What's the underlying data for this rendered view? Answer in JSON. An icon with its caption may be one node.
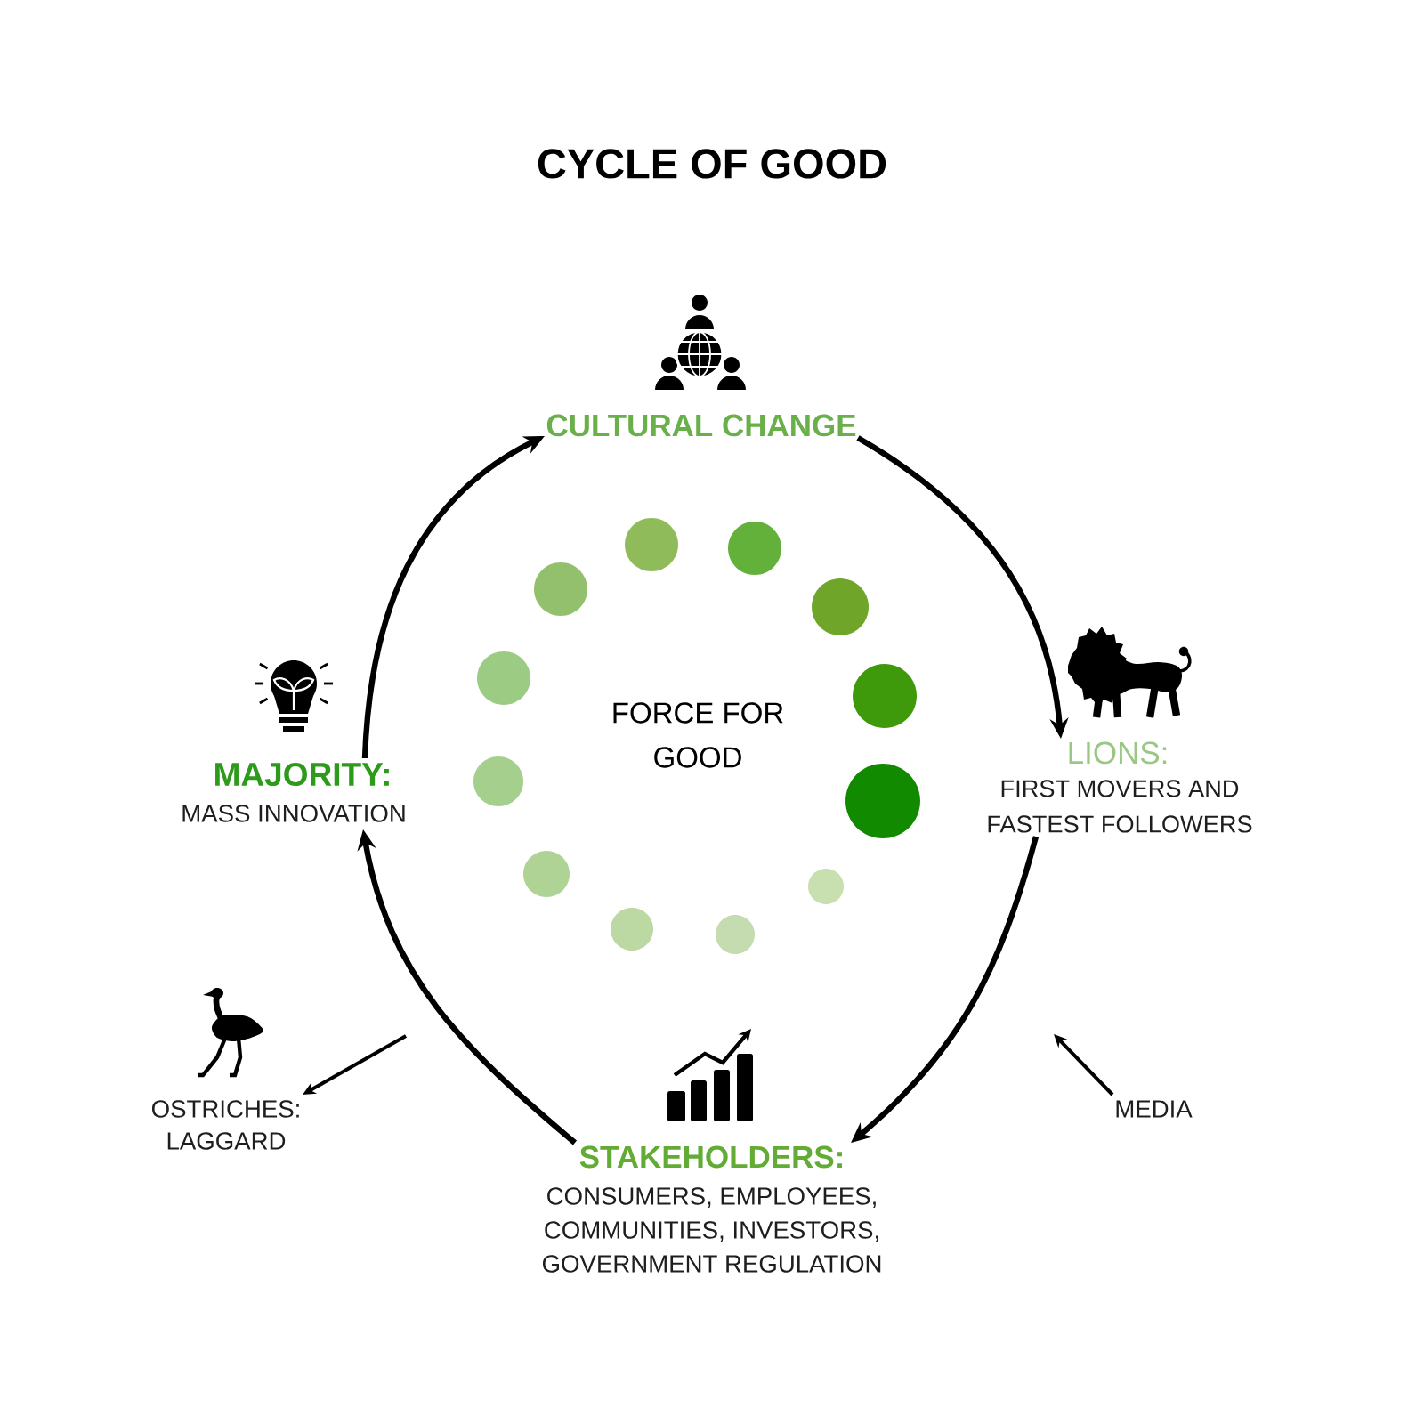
{
  "diagram": {
    "title": "CYCLE OF GOOD",
    "nodes": [
      {
        "text": [
          "CULTURAL CHANGE"
        ]
      },
      {
        "text": [
          "LIONS:",
          "FIRST MOVERS AND FASTEST FOLLOWERS"
        ]
      },
      {
        "text": [
          "STAKEHOLDERS:",
          "CONSUMERS, EMPLOYEES, COMMUNITIES, INVESTORS, GOVERNMENT REGULATION"
        ]
      },
      {
        "text": [
          "MAJORITY:",
          "MASS INNOVATION"
        ]
      },
      {
        "text": [
          "OSTRICHES: LAGGARD"
        ]
      },
      {
        "text": [
          "MEDIA"
        ]
      },
      {
        "text": [
          "FORCE FOR GOOD"
        ]
      }
    ],
    "edges": [
      {
        "from": 3,
        "to": 0,
        "arrow": "to"
      },
      {
        "from": 0,
        "to": 1,
        "arrow": "to"
      },
      {
        "from": 1,
        "to": 2,
        "arrow": "to"
      },
      {
        "from": 2,
        "to": 3,
        "arrow": "to"
      },
      {
        "from": null,
        "to": 4,
        "arrow": "to"
      },
      {
        "from": 5,
        "to": null,
        "arrow": "to"
      }
    ]
  }
}
